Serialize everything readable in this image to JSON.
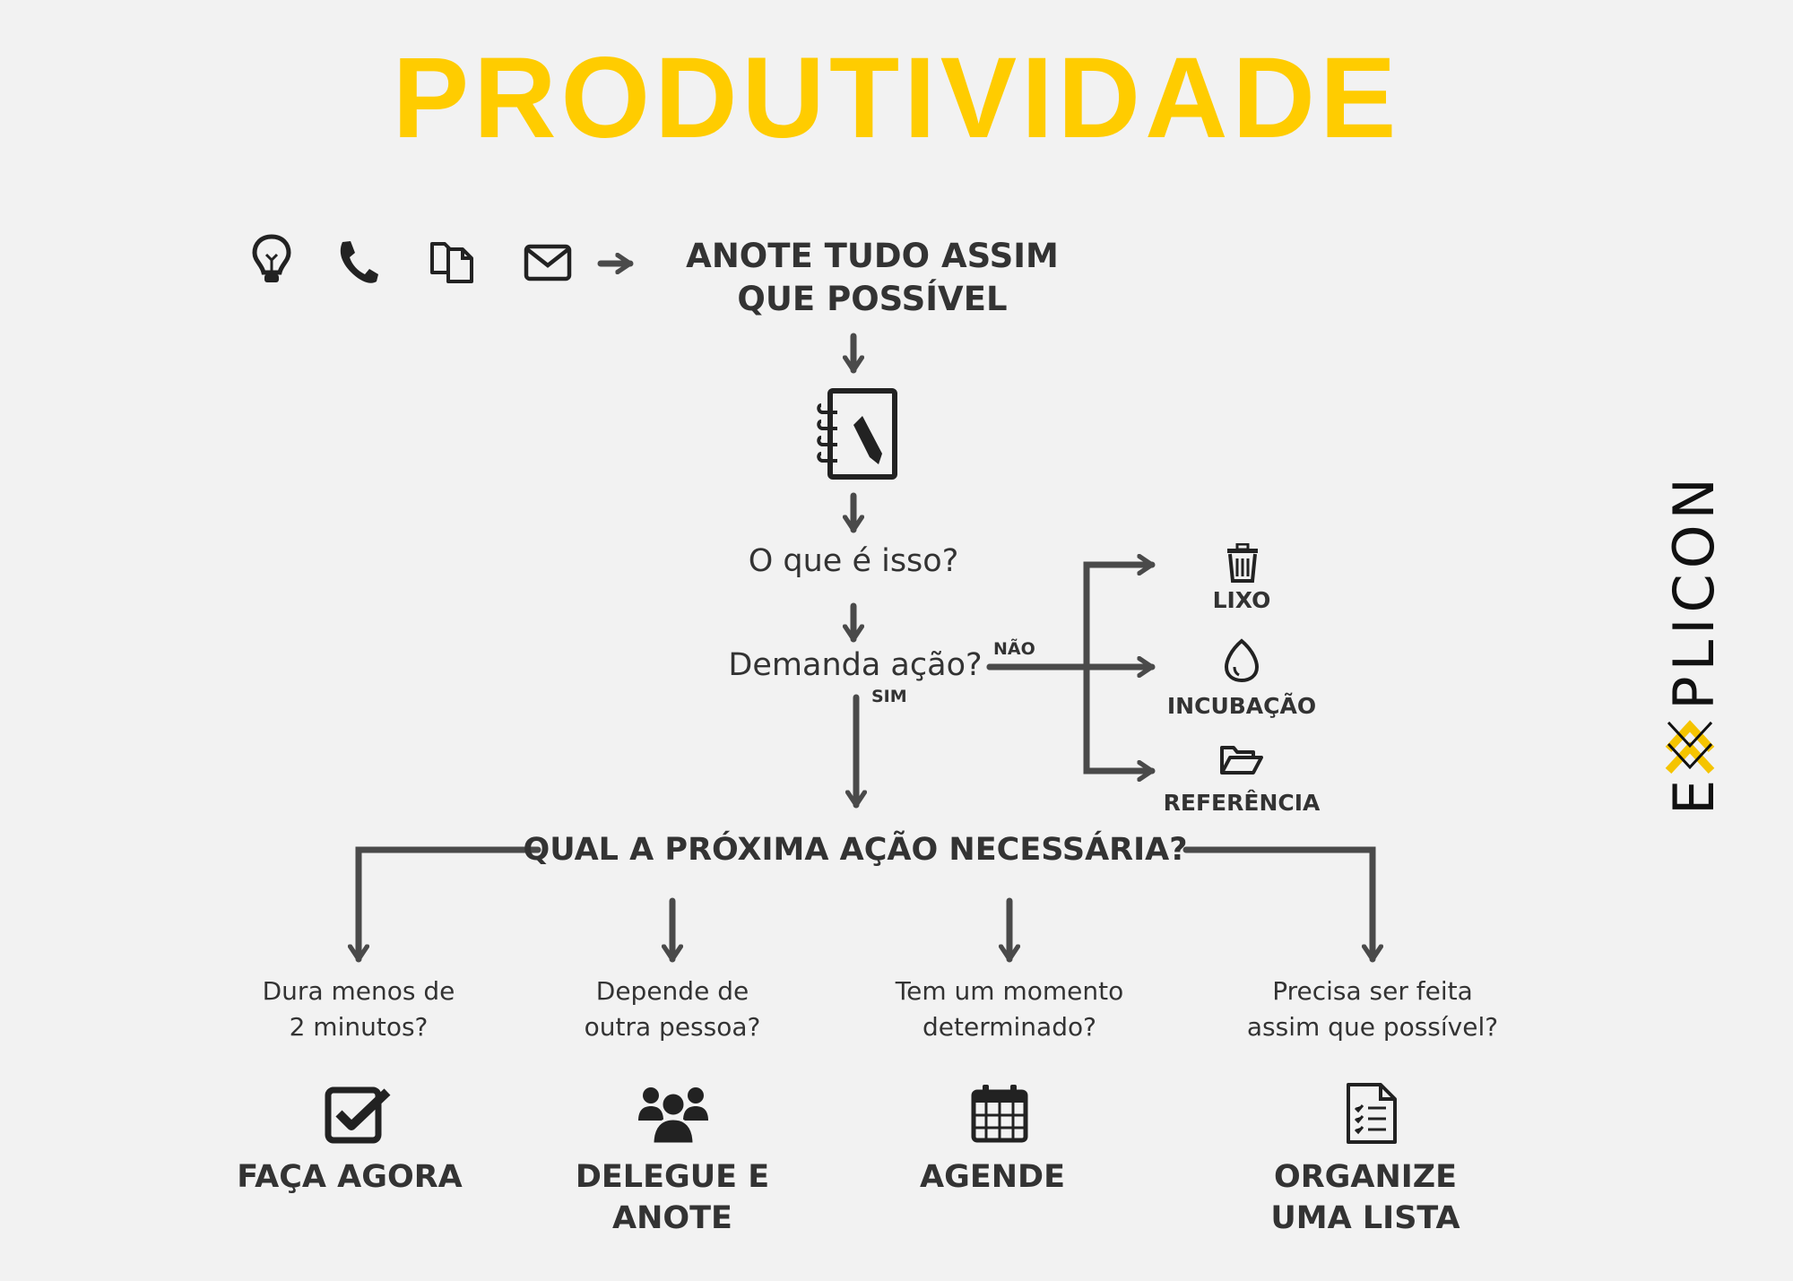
{
  "title": "PRODUTIVIDADE",
  "colors": {
    "title": "#ffcc00",
    "ink": "#333333",
    "arrow": "#4a4a4a",
    "accent": "#f5c400"
  },
  "capture_icons": [
    "lightbulb-icon",
    "phone-icon",
    "documents-icon",
    "envelope-icon",
    "arrow-right-icon"
  ],
  "steps": {
    "capture": {
      "line1": "ANOTE TUDO ASSIM",
      "line2": "QUE POSSÍVEL"
    },
    "notebook_icon": "notebook-pen-icon",
    "what": "O que é isso?",
    "action": "Demanda ação?",
    "no": "NÃO",
    "yes": "SIM",
    "next": "QUAL A PRÓXIMA AÇÃO NECESSÁRIA?"
  },
  "no_branch": [
    {
      "icon": "trash-icon",
      "label": "LIXO"
    },
    {
      "icon": "egg-icon",
      "label": "INCUBAÇÃO"
    },
    {
      "icon": "folder-icon",
      "label": "REFERÊNCIA"
    }
  ],
  "outcomes": [
    {
      "question": [
        "Dura menos de",
        "2 minutos?"
      ],
      "icon": "checkbox-icon",
      "result": [
        "FAÇA AGORA"
      ]
    },
    {
      "question": [
        "Depende de",
        "outra pessoa?"
      ],
      "icon": "people-icon",
      "result": [
        "DELEGUE E",
        "ANOTE"
      ]
    },
    {
      "question": [
        "Tem um momento",
        "determinado?"
      ],
      "icon": "calendar-icon",
      "result": [
        "AGENDE"
      ]
    },
    {
      "question": [
        "Precisa ser feita",
        "assim que possível?"
      ],
      "icon": "checklist-icon",
      "result": [
        "ORGANIZE",
        "UMA LISTA"
      ]
    }
  ],
  "brand": {
    "left": "E",
    "right": "PLICON",
    "mark": "XX"
  }
}
